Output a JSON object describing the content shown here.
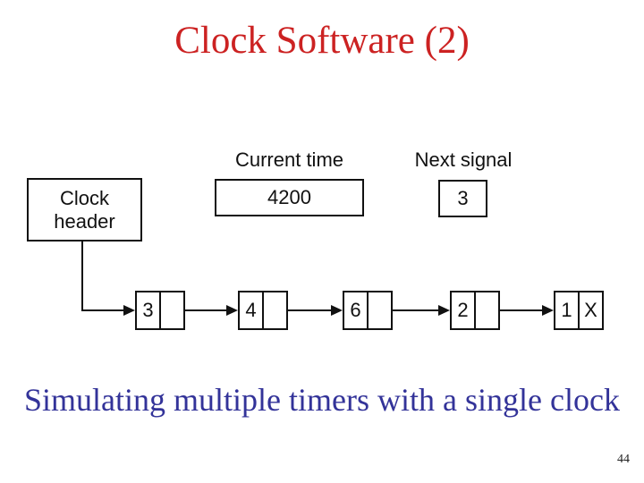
{
  "slide": {
    "title": "Clock Software (2)",
    "caption": "Simulating multiple timers with a single clock",
    "page_number": "44"
  },
  "diagram": {
    "clock_header_label": "Clock header",
    "current_time": {
      "label": "Current time",
      "value": "4200"
    },
    "next_signal": {
      "label": "Next signal",
      "value": "3"
    },
    "list_nodes": [
      {
        "value": "3",
        "next": ""
      },
      {
        "value": "4",
        "next": ""
      },
      {
        "value": "6",
        "next": ""
      },
      {
        "value": "2",
        "next": ""
      },
      {
        "value": "1",
        "next": "X"
      }
    ]
  },
  "colors": {
    "title": "#cc2222",
    "caption": "#333399",
    "line": "#111111"
  }
}
